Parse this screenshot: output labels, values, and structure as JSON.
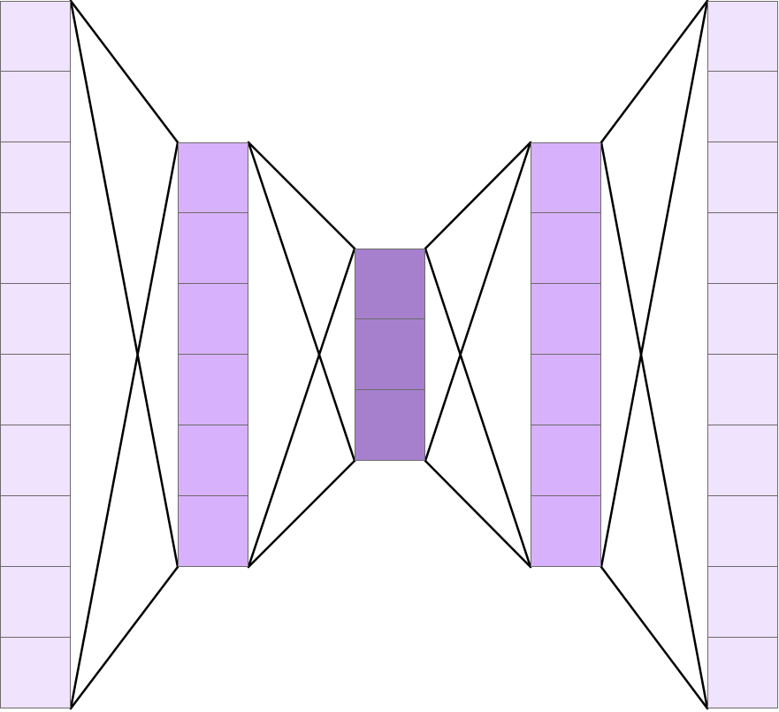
{
  "diagram": {
    "type": "autoencoder",
    "layers": [
      {
        "id": "layer-input",
        "name": "input-layer",
        "units": 10,
        "color": "#efe3fd"
      },
      {
        "id": "layer-enc",
        "name": "encoder-hidden-layer",
        "units": 6,
        "color": "#d8b1fc"
      },
      {
        "id": "layer-code",
        "name": "bottleneck-layer",
        "units": 3,
        "color": "#a680cd"
      },
      {
        "id": "layer-dec",
        "name": "decoder-hidden-layer",
        "units": 6,
        "color": "#d8b1fc"
      },
      {
        "id": "layer-output",
        "name": "output-layer",
        "units": 10,
        "color": "#efe3fd"
      }
    ],
    "connection_style": "crossed",
    "line_color": "#000000",
    "cell_border_color": "#6b6b6b"
  }
}
